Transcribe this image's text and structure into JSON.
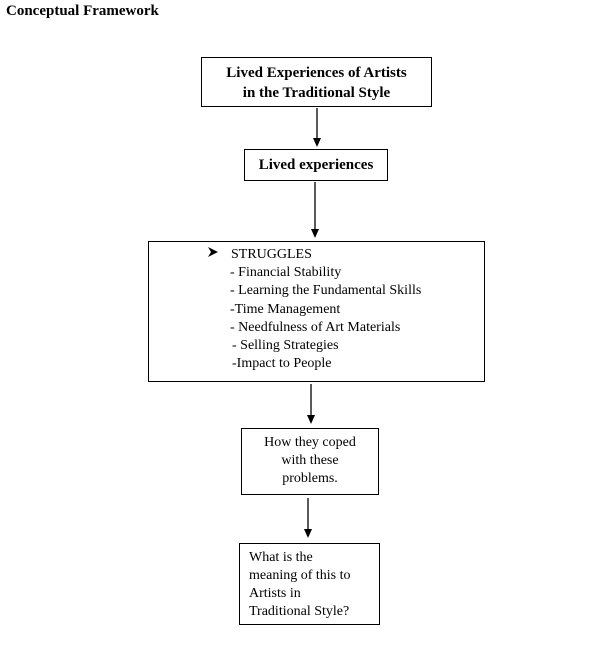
{
  "title": "Conceptual Framework",
  "nodes": {
    "top": {
      "line1": "Lived Experiences of Artists",
      "line2": "in the Traditional Style"
    },
    "lived": {
      "label": "Lived experiences"
    },
    "struggles": {
      "heading": "STRUGGLES",
      "items": [
        "- Financial Stability",
        "- Learning the Fundamental Skills",
        "-Time Management",
        "- Needfulness of Art Materials",
        "- Selling Strategies",
        "-Impact to People"
      ]
    },
    "coped": {
      "line1": "How they coped",
      "line2": "with these",
      "line3": "problems."
    },
    "meaning": {
      "line1": "What is the",
      "line2": "meaning of this to",
      "line3": "Artists in",
      "line4": "Traditional Style?"
    }
  }
}
